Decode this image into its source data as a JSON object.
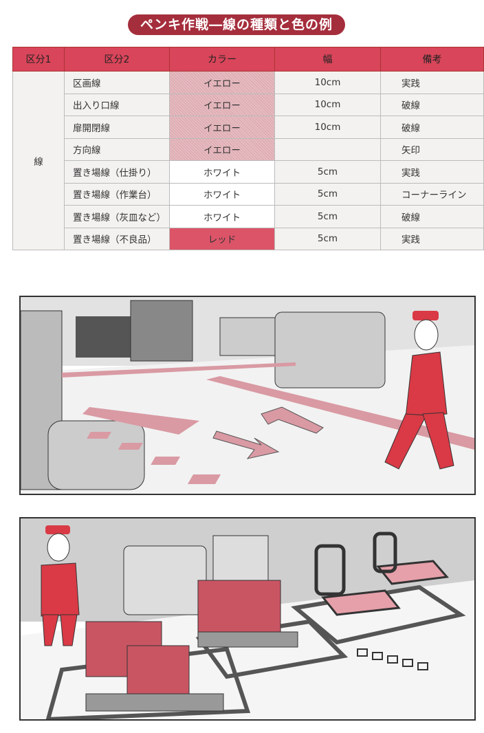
{
  "title": "ペンキ作戦―線の種類と色の例",
  "table": {
    "headers": [
      "区分1",
      "区分2",
      "カラー",
      "幅",
      "備考"
    ],
    "group": "線",
    "rows": [
      {
        "name": "区画線",
        "color": "イエロー",
        "width": "10cm",
        "note": "実践",
        "swatch": "yellow"
      },
      {
        "name": "出入り口線",
        "color": "イエロー",
        "width": "10cm",
        "note": "破線",
        "swatch": "yellow"
      },
      {
        "name": "扉開閉線",
        "color": "イエロー",
        "width": "10cm",
        "note": "破線",
        "swatch": "yellow"
      },
      {
        "name": "方向線",
        "color": "イエロー",
        "width": "",
        "note": "矢印",
        "swatch": "yellow"
      },
      {
        "name": "置き場線（仕掛り）",
        "color": "ホワイト",
        "width": "5cm",
        "note": "実践",
        "swatch": "white"
      },
      {
        "name": "置き場線（作業台）",
        "color": "ホワイト",
        "width": "5cm",
        "note": "コーナーライン",
        "swatch": "white"
      },
      {
        "name": "置き場線（灰皿など）",
        "color": "ホワイト",
        "width": "5cm",
        "note": "破線",
        "swatch": "white"
      },
      {
        "name": "置き場線（不良品）",
        "color": "レッド",
        "width": "5cm",
        "note": "実践",
        "swatch": "red"
      }
    ]
  },
  "colors": {
    "accent": "#d9455a",
    "title_bg": "#a52e3c",
    "line_pink": "#d99aa3",
    "worker_red": "#d93a45"
  }
}
